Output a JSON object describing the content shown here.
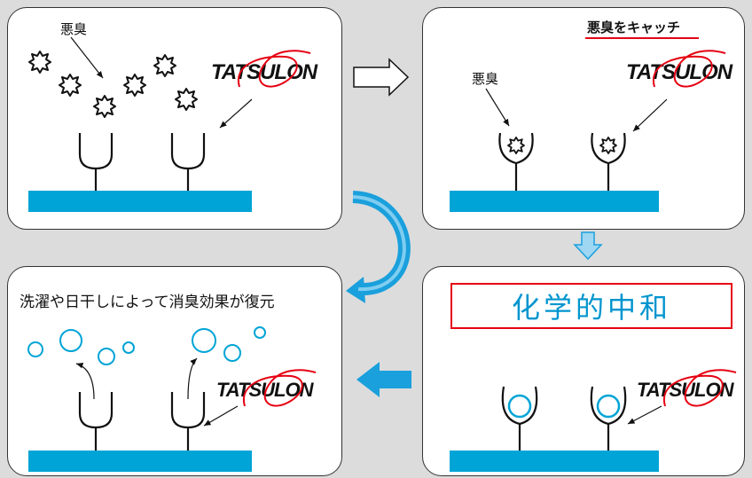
{
  "panels": {
    "top_left": {
      "odor_label": "悪臭",
      "logo": "TATSULON"
    },
    "top_right": {
      "title": "悪臭をキャッチ",
      "odor_label": "悪臭",
      "logo": "TATSULON"
    },
    "bottom_right": {
      "title": "化学的中和",
      "logo": "TATSULON"
    },
    "bottom_left": {
      "title": "洗濯や日干しによって消臭効果が復元",
      "logo": "TATSULON"
    }
  },
  "colors": {
    "fiber": "#00a4d6",
    "arrow_blue": "#1aa0dc",
    "title_underline": "#e60012",
    "chem_border": "#e60012",
    "chem_text": "#0095cf",
    "logo_alpha": "#e60012"
  }
}
